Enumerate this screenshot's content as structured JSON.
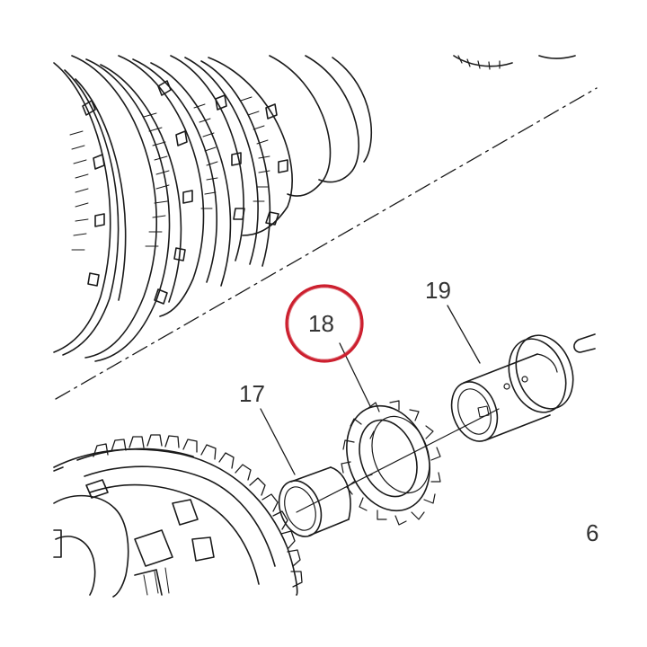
{
  "diagram": {
    "callouts": [
      {
        "id": "part-17",
        "label": "17"
      },
      {
        "id": "part-18",
        "label": "18",
        "highlighted": true
      },
      {
        "id": "part-19",
        "label": "19"
      },
      {
        "id": "part-6-partial",
        "label": "6"
      }
    ],
    "highlight_color": "#cc1f2e",
    "line_color": "#1a1a1a"
  }
}
